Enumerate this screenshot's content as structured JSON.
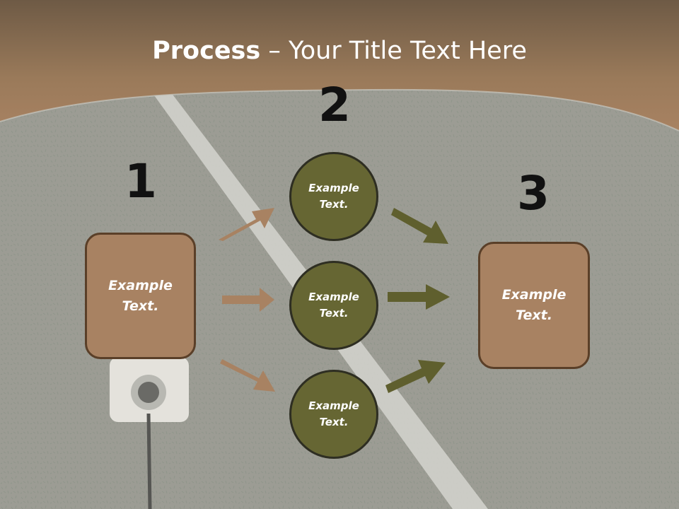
{
  "title": {
    "bold": "Process",
    "rest": " – Your Title Text Here"
  },
  "steps": [
    {
      "number": "1",
      "text": "Example\nText."
    },
    {
      "number": "2",
      "text": "Example\nText."
    },
    {
      "number": "3",
      "text": "Example\nText."
    }
  ],
  "middle_circles": [
    {
      "text": "Example\nText."
    },
    {
      "text": "Example\nText."
    },
    {
      "text": "Example\nText."
    }
  ],
  "colors": {
    "header": "#a07d5a",
    "box_fill": "#a88262",
    "box_border": "#5a3f28",
    "circle_fill": "#666633",
    "arrow_left": "#a88262",
    "arrow_right": "#5f5f2e"
  }
}
